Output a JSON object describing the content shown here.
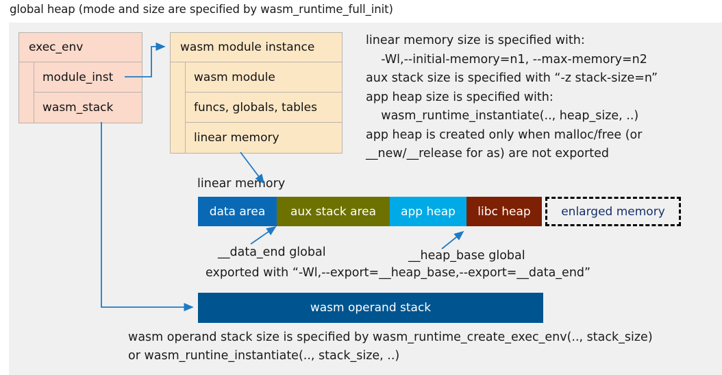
{
  "title": "global heap (mode and size are specified by wasm_runtime_full_init)",
  "exec_env": {
    "header": "exec_env",
    "rows": [
      "module_inst",
      "wasm_stack"
    ],
    "fill": "#fbd9cb"
  },
  "module_instance": {
    "header": "wasm module instance",
    "rows": [
      "wasm module",
      "funcs, globals, tables",
      "linear memory"
    ],
    "fill": "#fce7c5"
  },
  "notes": "linear memory size is specified with:\n    -Wl,--initial-memory=n1, --max-memory=n2\naux stack size is specified with “-z stack-size=n”\napp heap size is specified with:\n    wasm_runtime_instantiate(.., heap_size, ..)\napp heap is created only when malloc/free (or\n__new/__release for as) are not exported",
  "linear_memory": {
    "caption": "linear memory",
    "segments": [
      {
        "label": "data area",
        "color": "#0a69b4",
        "text_color": "#ffffff",
        "width": 115,
        "dashed": false
      },
      {
        "label": "aux stack area",
        "color": "#6d7100",
        "text_color": "#ffffff",
        "width": 165,
        "dashed": false
      },
      {
        "label": "app heap",
        "color": "#00aae6",
        "text_color": "#ffffff",
        "width": 112,
        "dashed": false
      },
      {
        "label": "libc heap",
        "color": "#7d2003",
        "text_color": "#ffffff",
        "width": 110,
        "dashed": false
      },
      {
        "label": "enlarged memory",
        "color": "#f0f0f0",
        "text_color": "#15306b",
        "width": 198,
        "dashed": true
      }
    ]
  },
  "annotations": {
    "data_end": "__data_end global",
    "heap_base": "__heap_base global",
    "exported": "exported with “-Wl,--export=__heap_base,--export=__data_end”"
  },
  "operand_stack": {
    "label": "wasm operand stack",
    "fill": "#00548f"
  },
  "bottom_note": "wasm operand stack size is specified by wasm_runtime_create_exec_env(.., stack_size)\nor wasm_runtine_instantiate(.., stack_size, ..)",
  "colors": {
    "background": "#ffffff",
    "panel": "#f0f0f0",
    "connector": "#1f7ac4",
    "border": "#b9b3ab",
    "text": "#1a1a1a"
  }
}
